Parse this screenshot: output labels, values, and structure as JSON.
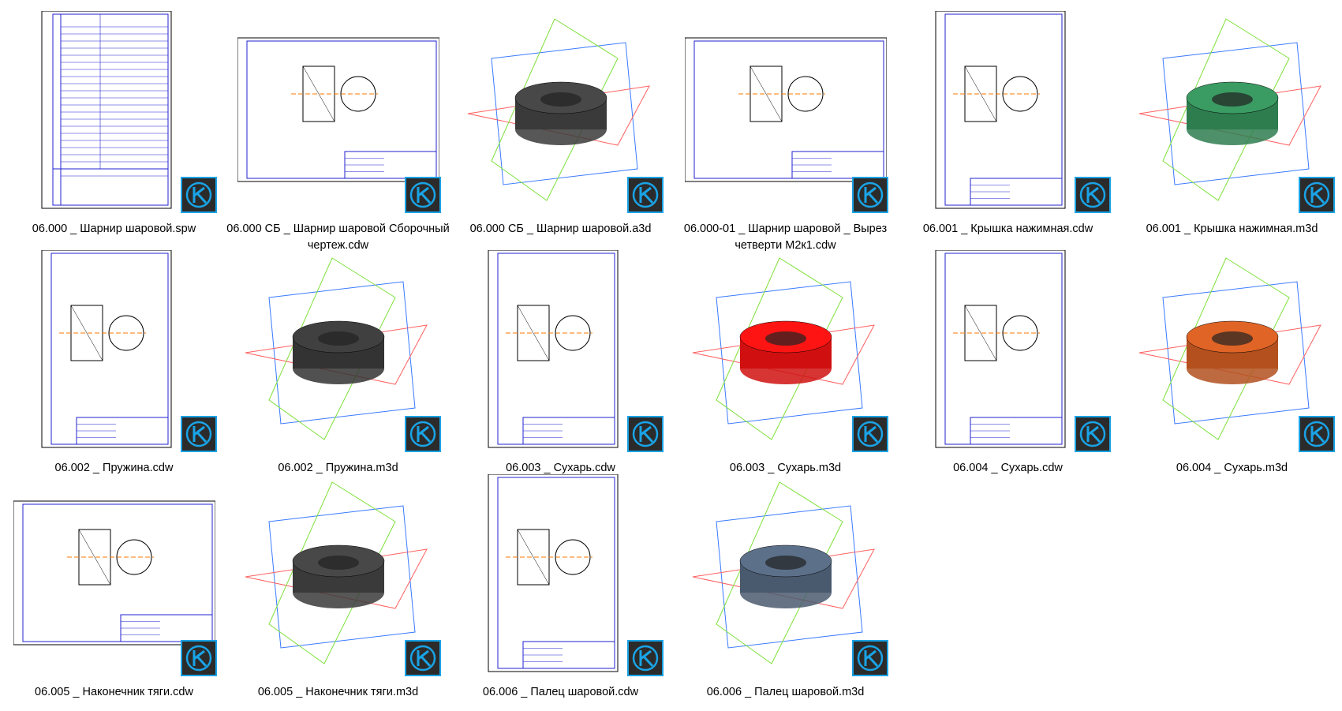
{
  "accent_color": "#1aa3e6",
  "files": [
    {
      "name": "06.000 _ Шарнир шаровой.spw",
      "kind": "spec",
      "color": ""
    },
    {
      "name": "06.000 СБ _ Шарнир шаровой Сборочный чертеж.cdw",
      "kind": "drawing-landscape",
      "color": ""
    },
    {
      "name": "06.000 СБ _ Шарнир шаровой.a3d",
      "kind": "model",
      "color": "#3a3a3a"
    },
    {
      "name": "06.000-01 _ Шарнир шаровой _ Вырез четверти М2к1.cdw",
      "kind": "drawing-landscape",
      "color": ""
    },
    {
      "name": "06.001 _ Крышка нажимная.cdw",
      "kind": "drawing-portrait",
      "color": ""
    },
    {
      "name": "06.001 _ Крышка нажимная.m3d",
      "kind": "model",
      "color": "#2e7d4f"
    },
    {
      "name": "06.002 _ Пружина.cdw",
      "kind": "drawing-portrait",
      "color": ""
    },
    {
      "name": "06.002 _ Пружина.m3d",
      "kind": "model",
      "color": "#333333"
    },
    {
      "name": "06.003 _ Сухарь.cdw",
      "kind": "drawing-portrait",
      "color": ""
    },
    {
      "name": "06.003 _ Сухарь.m3d",
      "kind": "model",
      "color": "#d01010"
    },
    {
      "name": "06.004 _ Сухарь.cdw",
      "kind": "drawing-portrait",
      "color": ""
    },
    {
      "name": "06.004 _ Сухарь.m3d",
      "kind": "model",
      "color": "#b3501e"
    },
    {
      "name": "06.005 _ Наконечник тяги.cdw",
      "kind": "drawing-landscape",
      "color": ""
    },
    {
      "name": "06.005 _ Наконечник тяги.m3d",
      "kind": "model",
      "color": "#3a3a3a"
    },
    {
      "name": "06.006 _ Палец шаровой.cdw",
      "kind": "drawing-portrait",
      "color": ""
    },
    {
      "name": "06.006 _ Палец шаровой.m3d",
      "kind": "model",
      "color": "#4a5a6e"
    }
  ]
}
